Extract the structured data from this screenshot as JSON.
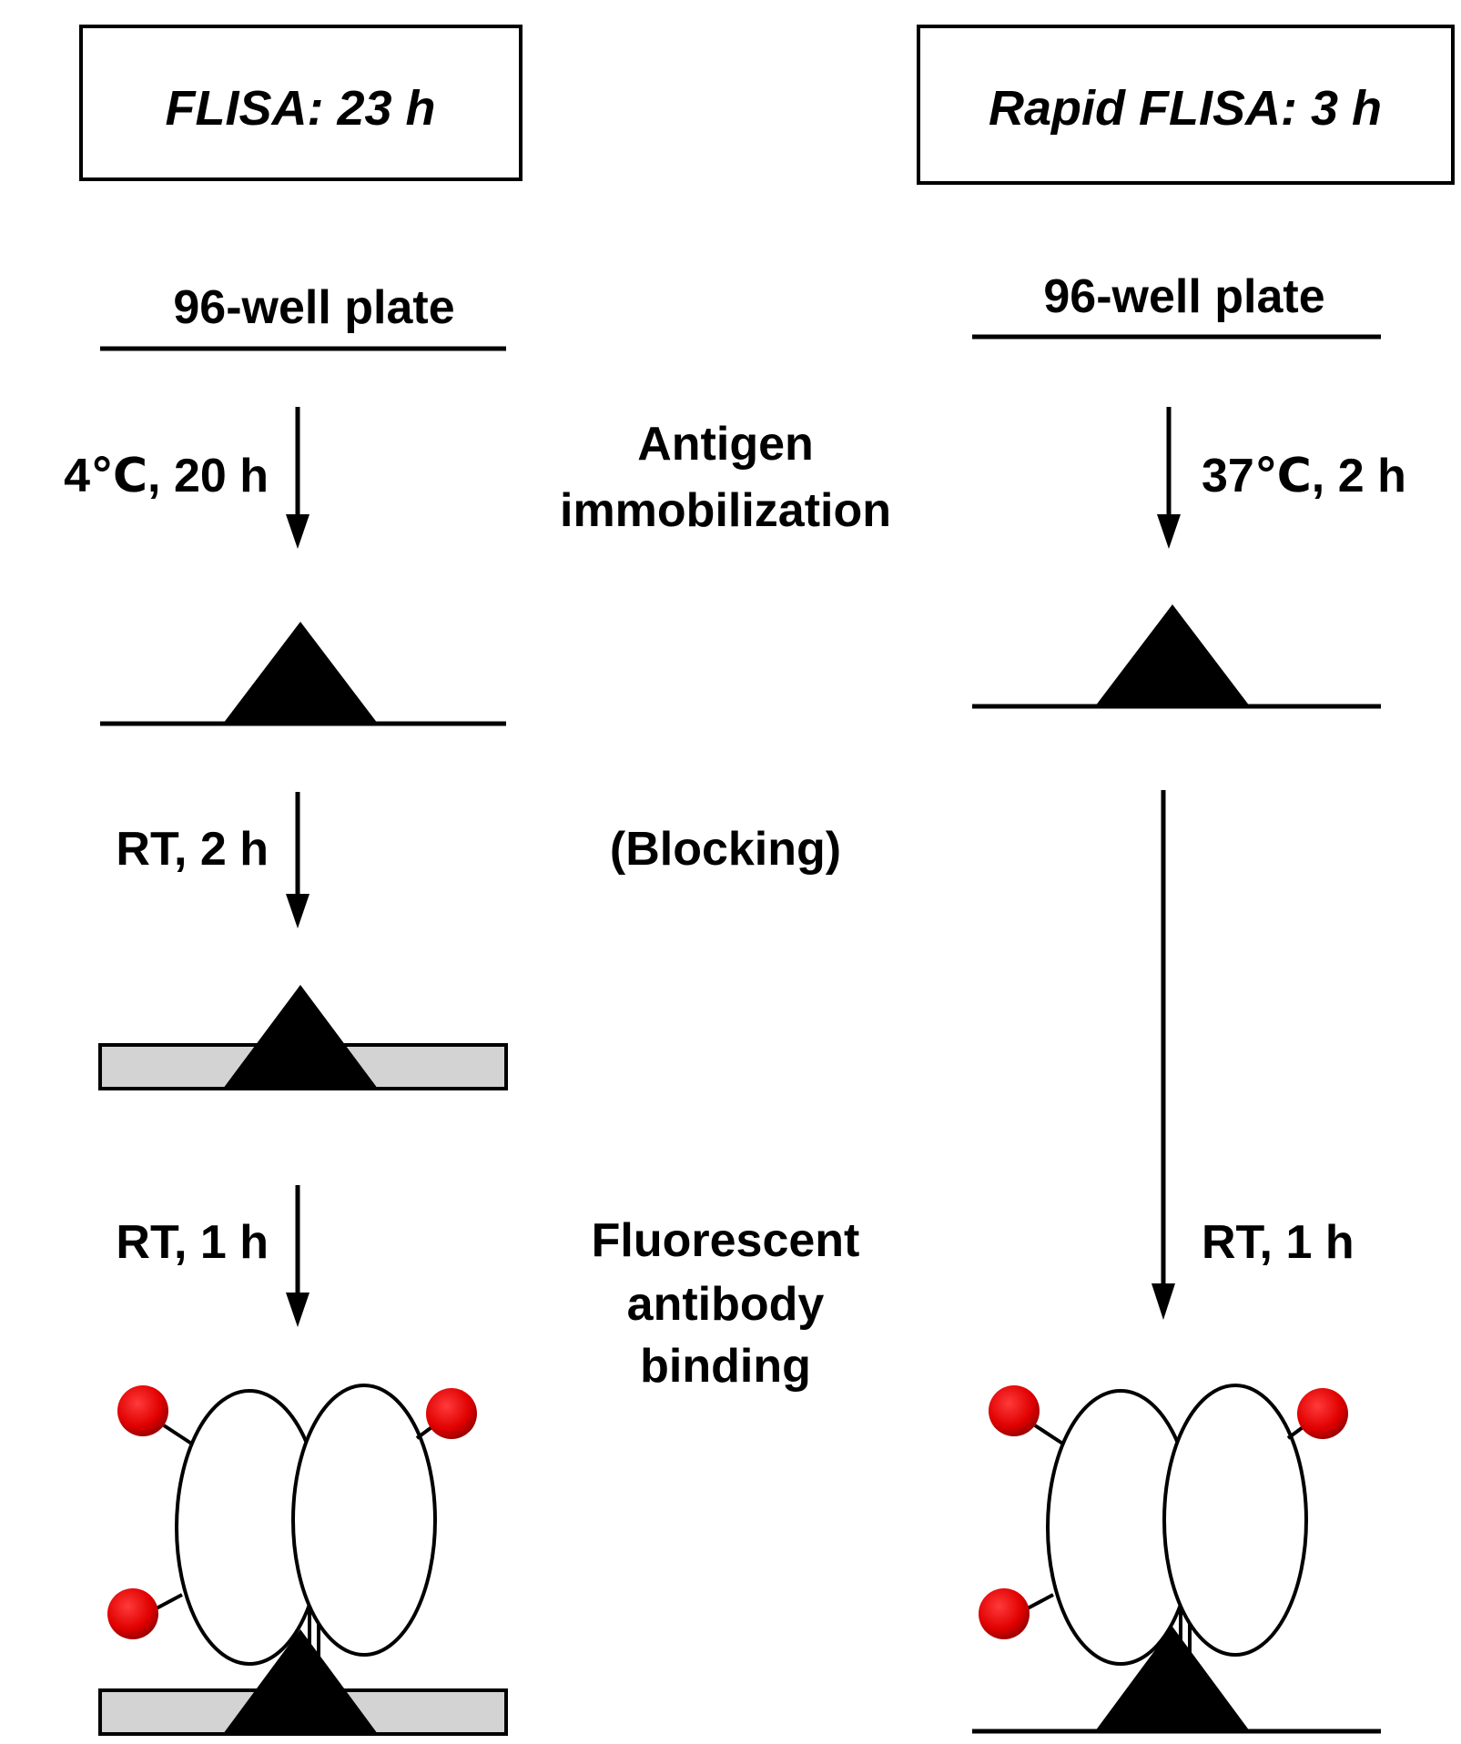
{
  "left": {
    "title": "FLISA: 23 h",
    "plate_label": "96-well plate",
    "step1_condition": "4℃, 20 h",
    "step2_condition": "RT, 2 h",
    "step3_condition": "RT, 1 h"
  },
  "right": {
    "title": "Rapid FLISA: 3 h",
    "plate_label": "96-well plate",
    "step1_condition": "37℃, 2 h",
    "step3_condition": "RT, 1 h"
  },
  "steps": {
    "antigen_line1": "Antigen",
    "antigen_line2": "immobilization",
    "blocking": "(Blocking)",
    "antibody_line1": "Fluorescent",
    "antibody_line2": "antibody",
    "antibody_line3": "binding"
  },
  "colors": {
    "fluorophore": "#e00000",
    "blocking_layer": "#d3d3d3",
    "antigen": "#000000"
  }
}
